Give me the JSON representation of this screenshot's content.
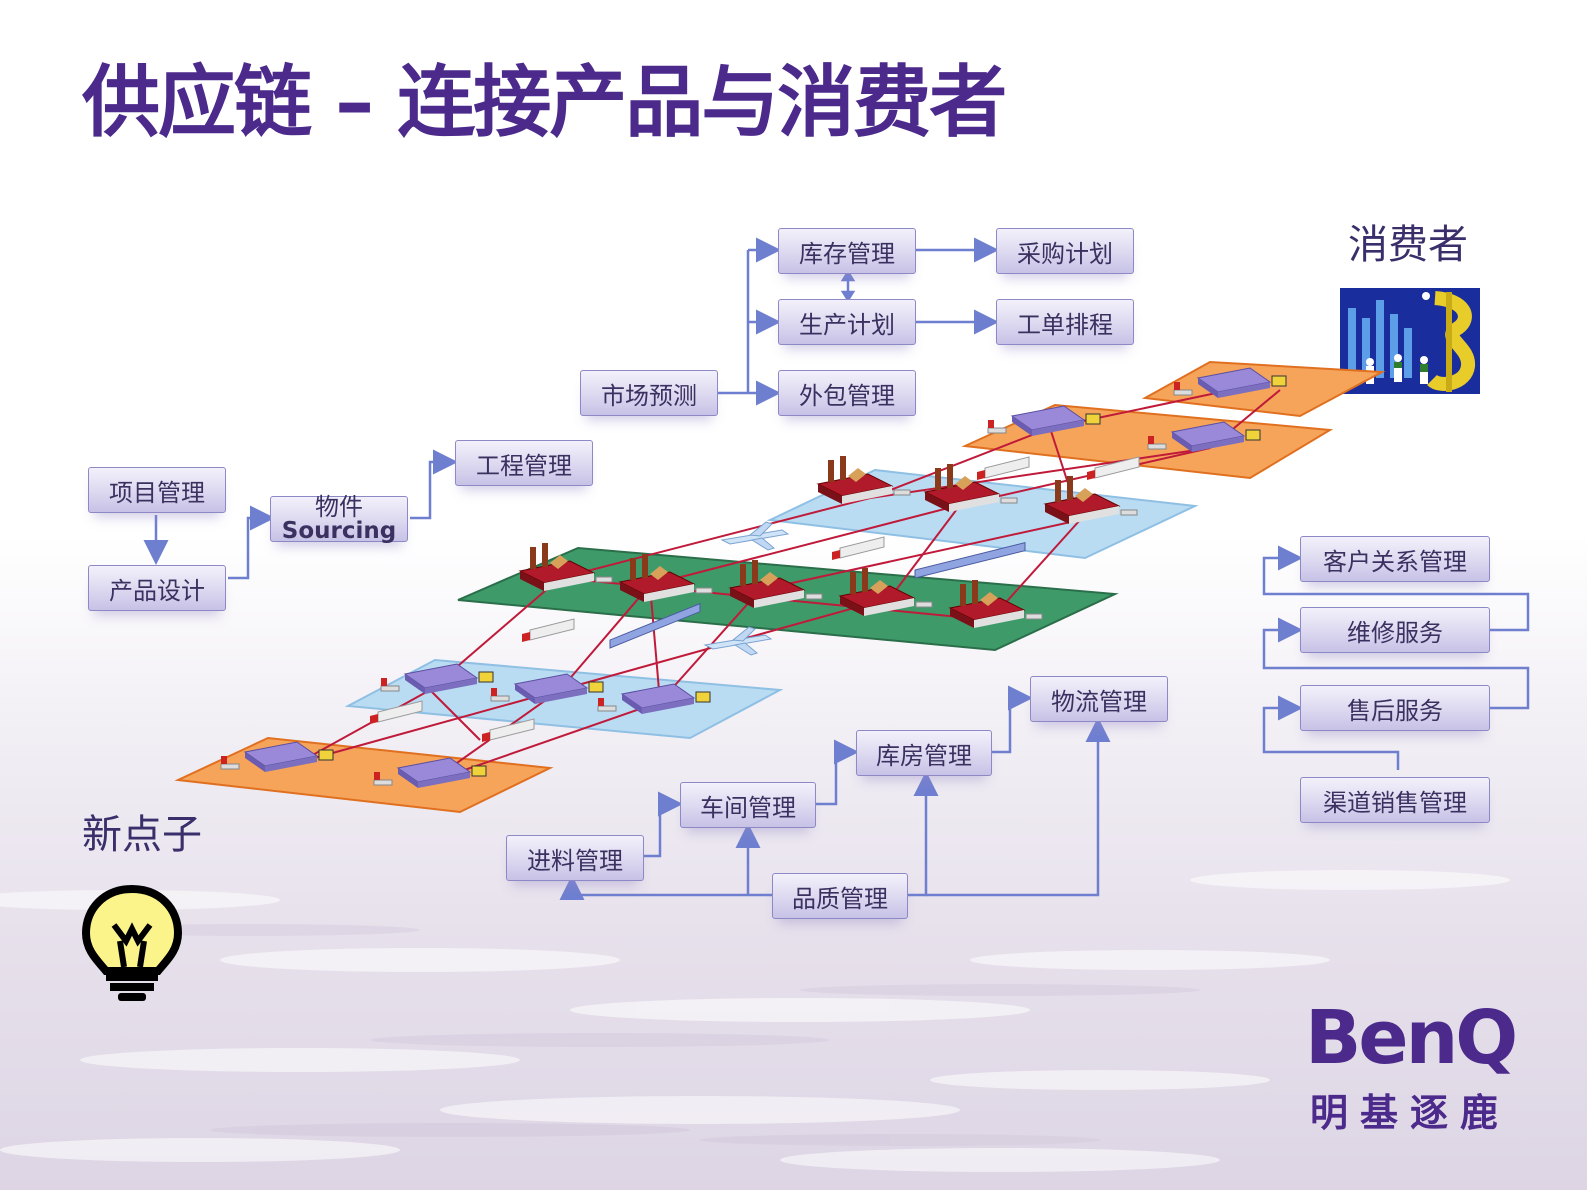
{
  "title": "供应链 – 连接产品与消费者",
  "labels": {
    "consumer": "消费者",
    "new_idea": "新点子"
  },
  "boxes": {
    "inventory_mgmt": "库存管理",
    "purchase_plan": "采购计划",
    "production_plan": "生产计划",
    "work_order_schedule": "工单排程",
    "market_forecast": "市场预测",
    "outsourcing_mgmt": "外包管理",
    "engineering_mgmt": "工程管理",
    "project_mgmt": "项目管理",
    "material_line1": "物件",
    "material_line2": "Sourcing",
    "product_design": "产品设计",
    "customer_relation_mgmt": "客户关系管理",
    "repair_service": "维修服务",
    "after_sales_service": "售后服务",
    "channel_sales_mgmt": "渠道销售管理",
    "logistics_mgmt": "物流管理",
    "warehouse_mgmt": "库房管理",
    "workshop_mgmt": "车间管理",
    "incoming_material_mgmt": "进料管理",
    "quality_mgmt": "品质管理"
  },
  "logo": {
    "word": "BenQ",
    "sub": "明基逐鹿"
  },
  "colors": {
    "title": "#4b2a8c",
    "box_border": "#8d88c6",
    "connector": "#6f7fd0",
    "network_link": "#c01a3a",
    "layer_orange": "#f5a45a",
    "layer_blue": "#b9dcf2",
    "layer_green": "#3f9a6a"
  }
}
